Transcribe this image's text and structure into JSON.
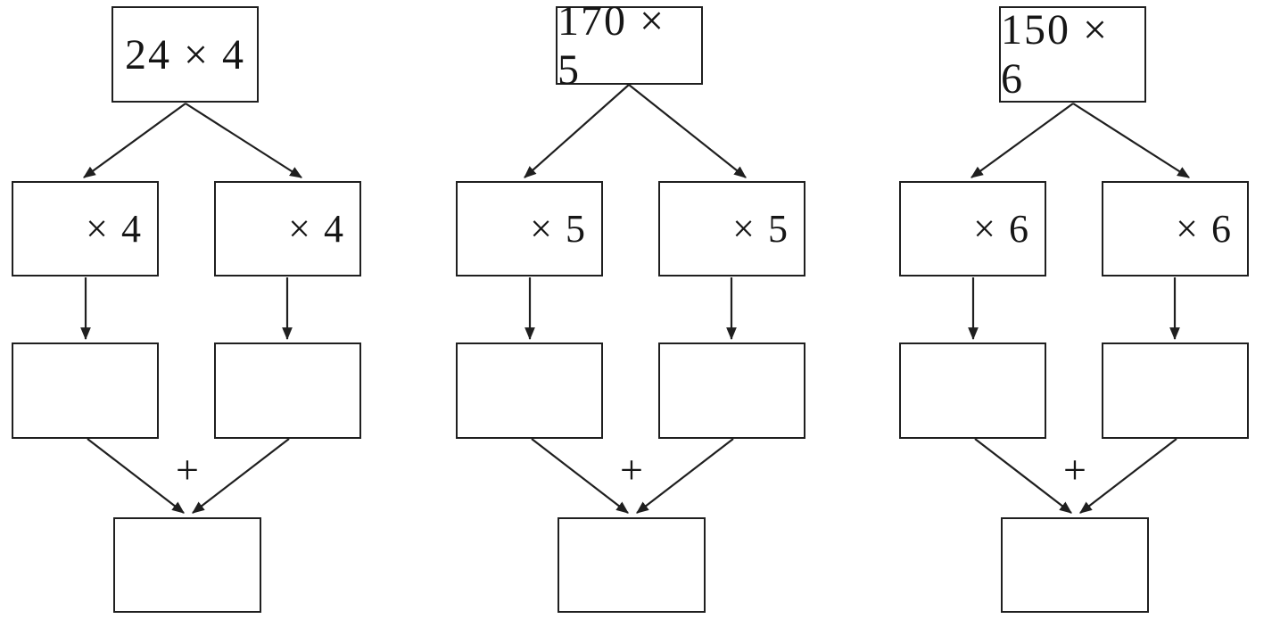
{
  "figure": {
    "type": "multiplication-partial-products-flow-diagrams",
    "colors": {
      "line": "#1f1f1f",
      "background": "#ffffff",
      "text": "#161616"
    },
    "diagrams": [
      {
        "name": "left",
        "expression": "24 × 4",
        "branch_left_operator": "× 4",
        "branch_right_operator": "× 4",
        "partial_left_value": "",
        "partial_right_value": "",
        "plus_sign": "+",
        "result_value": ""
      },
      {
        "name": "middle",
        "expression": "170 × 5",
        "branch_left_operator": "× 5",
        "branch_right_operator": "× 5",
        "partial_left_value": "",
        "partial_right_value": "",
        "plus_sign": "+",
        "result_value": ""
      },
      {
        "name": "right",
        "expression": "150 × 6",
        "branch_left_operator": "× 6",
        "branch_right_operator": "× 6",
        "partial_left_value": "",
        "partial_right_value": "",
        "plus_sign": "+",
        "result_value": ""
      }
    ]
  }
}
